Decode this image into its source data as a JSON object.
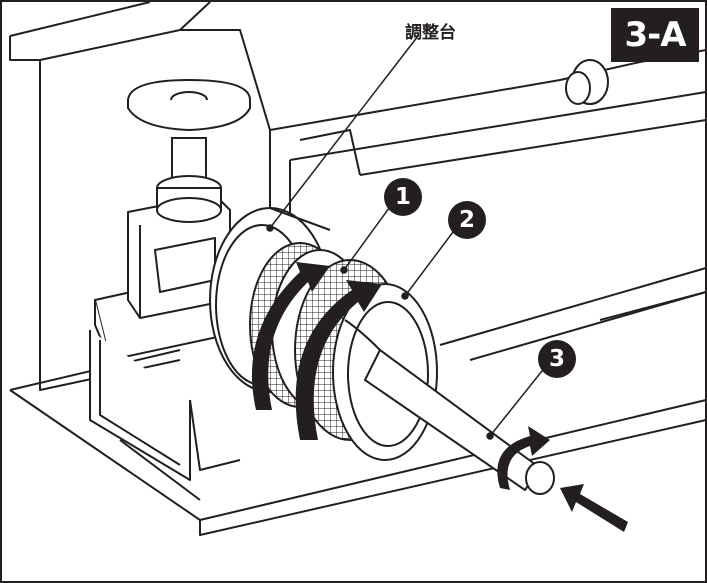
{
  "step_badge": "3-A",
  "labels": {
    "adjuster": "調整台"
  },
  "markers": [
    "1",
    "2",
    "3"
  ],
  "colors": {
    "ink": "#231f20",
    "background": "#ffffff"
  }
}
